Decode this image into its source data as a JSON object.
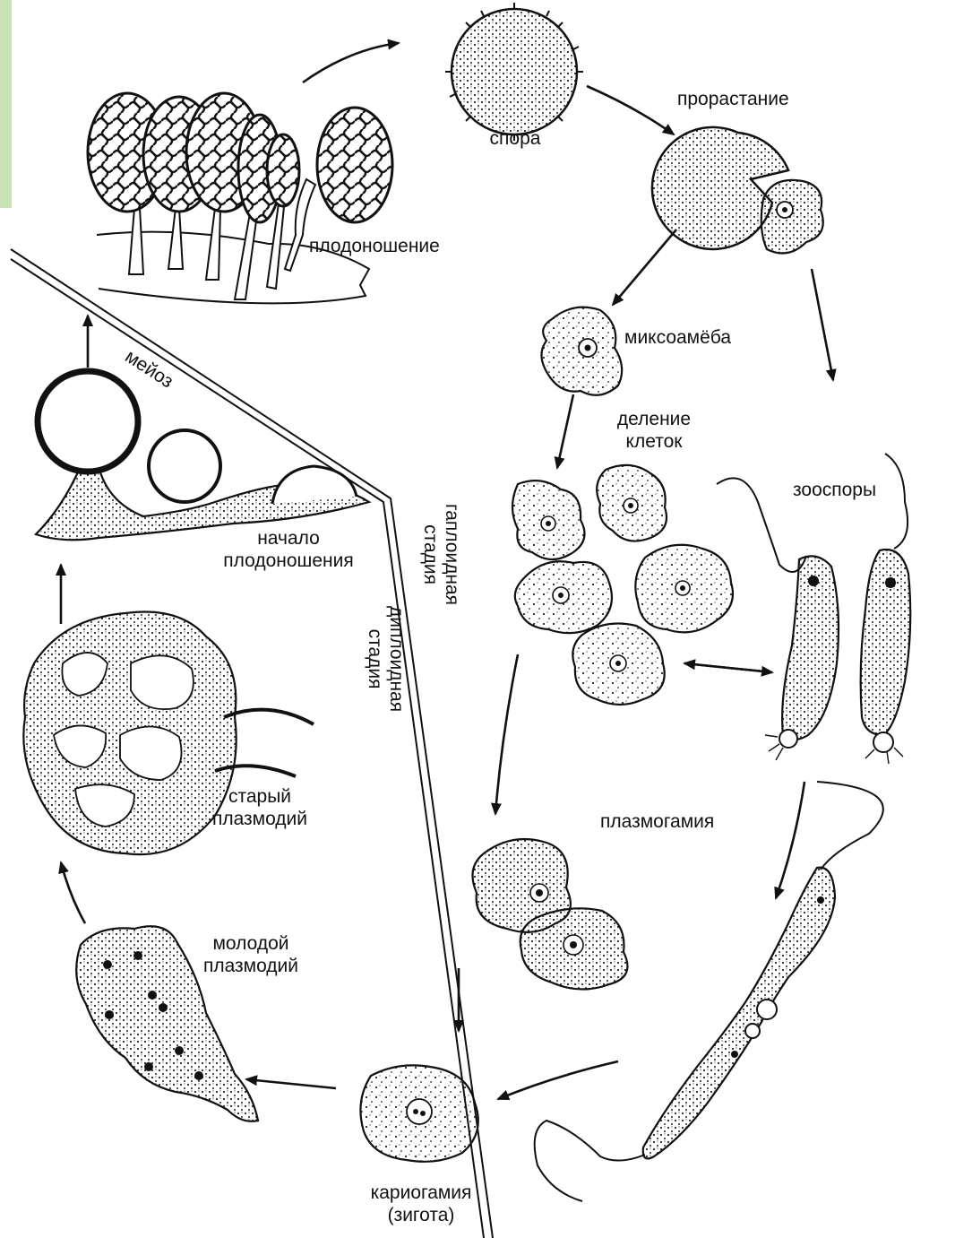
{
  "diagram": {
    "edge_strip_color": "#c7e3b4",
    "line_color": "#111111",
    "labels": {
      "spore": "спора",
      "germination": "прорастание",
      "fruiting": "плодоношение",
      "myxamoeba": "миксоамёба",
      "cell_division_1": "деление",
      "cell_division_2": "клеток",
      "zoospores": "зооспоры",
      "meiosis": "мейоз",
      "fruiting_start_1": "начало",
      "fruiting_start_2": "плодоношения",
      "haploid_1": "гаплоидная",
      "haploid_2": "стадия",
      "diploid_1": "диплоидная",
      "diploid_2": "стадия",
      "old_plasmodium_1": "старый",
      "old_plasmodium_2": "плазмодий",
      "plasmogamy": "плазмогамия",
      "young_plasmodium_1": "молодой",
      "young_plasmodium_2": "плазмодий",
      "karyogamy_1": "кариогамия",
      "karyogamy_2": "(зигота)"
    }
  }
}
